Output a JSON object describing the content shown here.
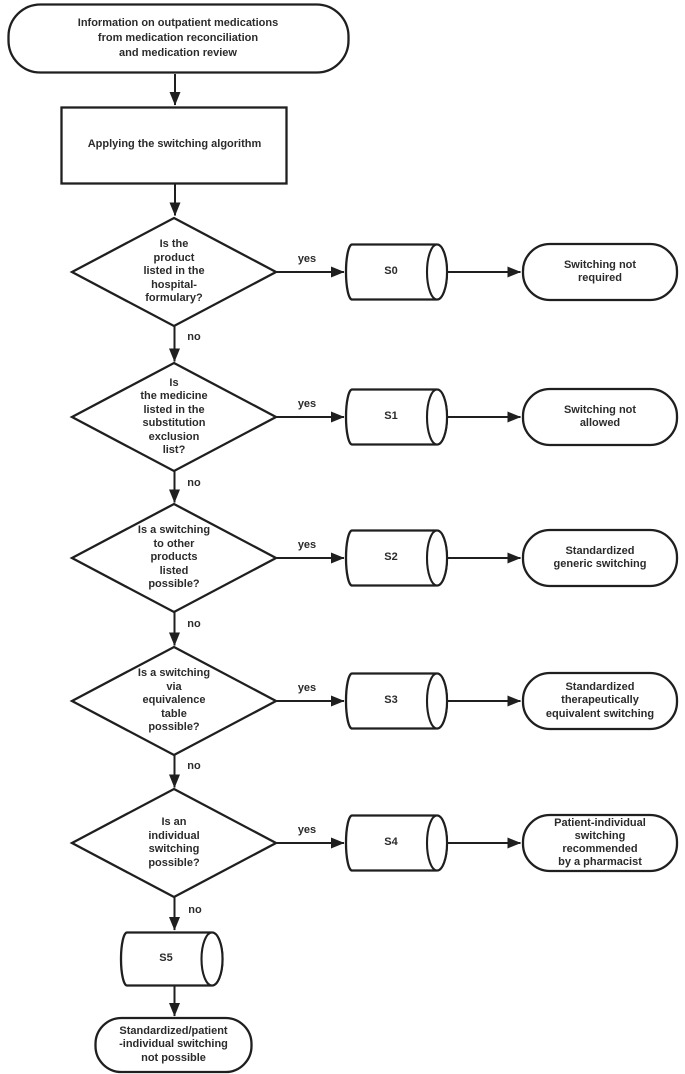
{
  "flowchart": {
    "start": "Information on outpatient medications\nfrom medication reconciliation\nand medication review",
    "process": "Applying the switching algorithm",
    "yes": "yes",
    "no": "no",
    "decisions": [
      {
        "question": "Is the\nproduct\nlisted in the\nhospital-\nformulary?",
        "step": "S0",
        "outcome": "Switching not\nrequired"
      },
      {
        "question": "Is\nthe medicine\nlisted in the\nsubstitution\nexclusion\nlist?",
        "step": "S1",
        "outcome": "Switching not\nallowed"
      },
      {
        "question": "Is a switching\nto other\nproducts\nlisted\npossible?",
        "step": "S2",
        "outcome": "Standardized\ngeneric switching"
      },
      {
        "question": "Is a switching\nvia\nequivalence\ntable\npossible?",
        "step": "S3",
        "outcome": "Standardized\ntherapeutically\nequivalent switching"
      },
      {
        "question": "Is an\nindividual\nswitching\npossible?",
        "step": "S4",
        "outcome": "Patient-individual\nswitching\nrecommended\nby a pharmacist"
      }
    ],
    "final_step": "S5",
    "final_outcome": "Standardized/patient\n-individual switching\nnot possible"
  },
  "colors": {
    "line": "#1f1f1f",
    "text": "#2b2b2b",
    "background": "#ffffff"
  }
}
